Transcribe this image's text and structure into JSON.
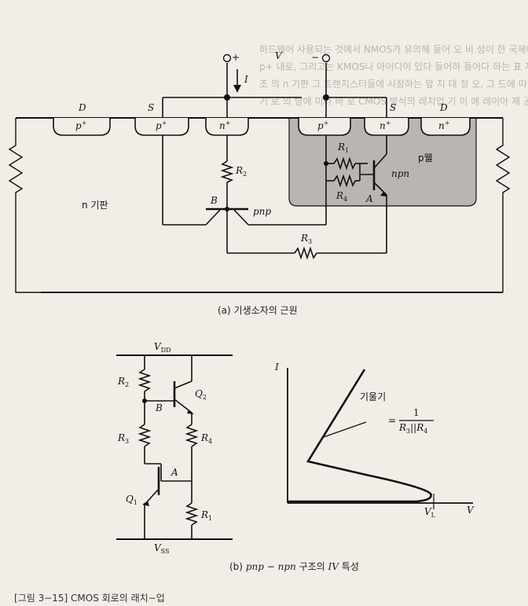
{
  "bleed_text": [
    "하드웨어 사용되는 것에서 NMOS가 유의해 들어 오 비 성이 한 국제에 영 화 구에 나",
    "p+ 내로, 그리고는 KMOS나 아이디어 있다 들어하 들어다 하는 표 지나 오시에",
    "조 의 n 기판 그 트랜지스터들에 시장하는 앞 지 대 정 오, 그 드에 따라 이",
    "기 로 의 방에 미나 바 로 CMOS 방식의 레치업 기 이 에 레이아 제 공"
  ],
  "fig_a": {
    "terminal_plus": "+",
    "terminal_minus": "−",
    "supply_label": "V",
    "current_label": "I",
    "labels": {
      "D_left": "D",
      "S_left": "S",
      "S_right": "S",
      "D_right": "D",
      "p_plus": "p",
      "n_plus": "n",
      "plus": "+",
      "R1": "R",
      "R1_sub": "1",
      "R2": "R",
      "R2_sub": "2",
      "R3": "R",
      "R3_sub": "3",
      "R4": "R",
      "R4_sub": "4",
      "npn": "npn",
      "pnp": "pnp",
      "A": "A",
      "B": "B",
      "p_well": "p웰",
      "n_substrate": "n 기판"
    },
    "caption": "(a) 기생소자의 근원"
  },
  "fig_b": {
    "VDD": "V",
    "VDD_sub": "DD",
    "VSS": "V",
    "VSS_sub": "SS",
    "R": "R",
    "sub1": "1",
    "sub2": "2",
    "sub3": "3",
    "sub4": "4",
    "Q": "Q",
    "A": "A",
    "B": "B",
    "graph_I": "I",
    "graph_V": "V",
    "VL": "V",
    "VL_sub": "L",
    "slope_label": "기울기",
    "slope_eq": "=",
    "slope_num": "1",
    "slope_den": "R",
    "slope_den_mid": "||R",
    "slope_den_sub3": "3",
    "slope_den_sub4": "4",
    "caption_pnp": "pnp",
    "caption_dash": "−",
    "caption_npn": "npn",
    "caption_struct": "구조의",
    "caption_IV": "IV",
    "caption_char": "특성",
    "caption_prefix": "(b)"
  },
  "figure_caption": "[그림 3−15] CMOS 회로의 래치−업"
}
